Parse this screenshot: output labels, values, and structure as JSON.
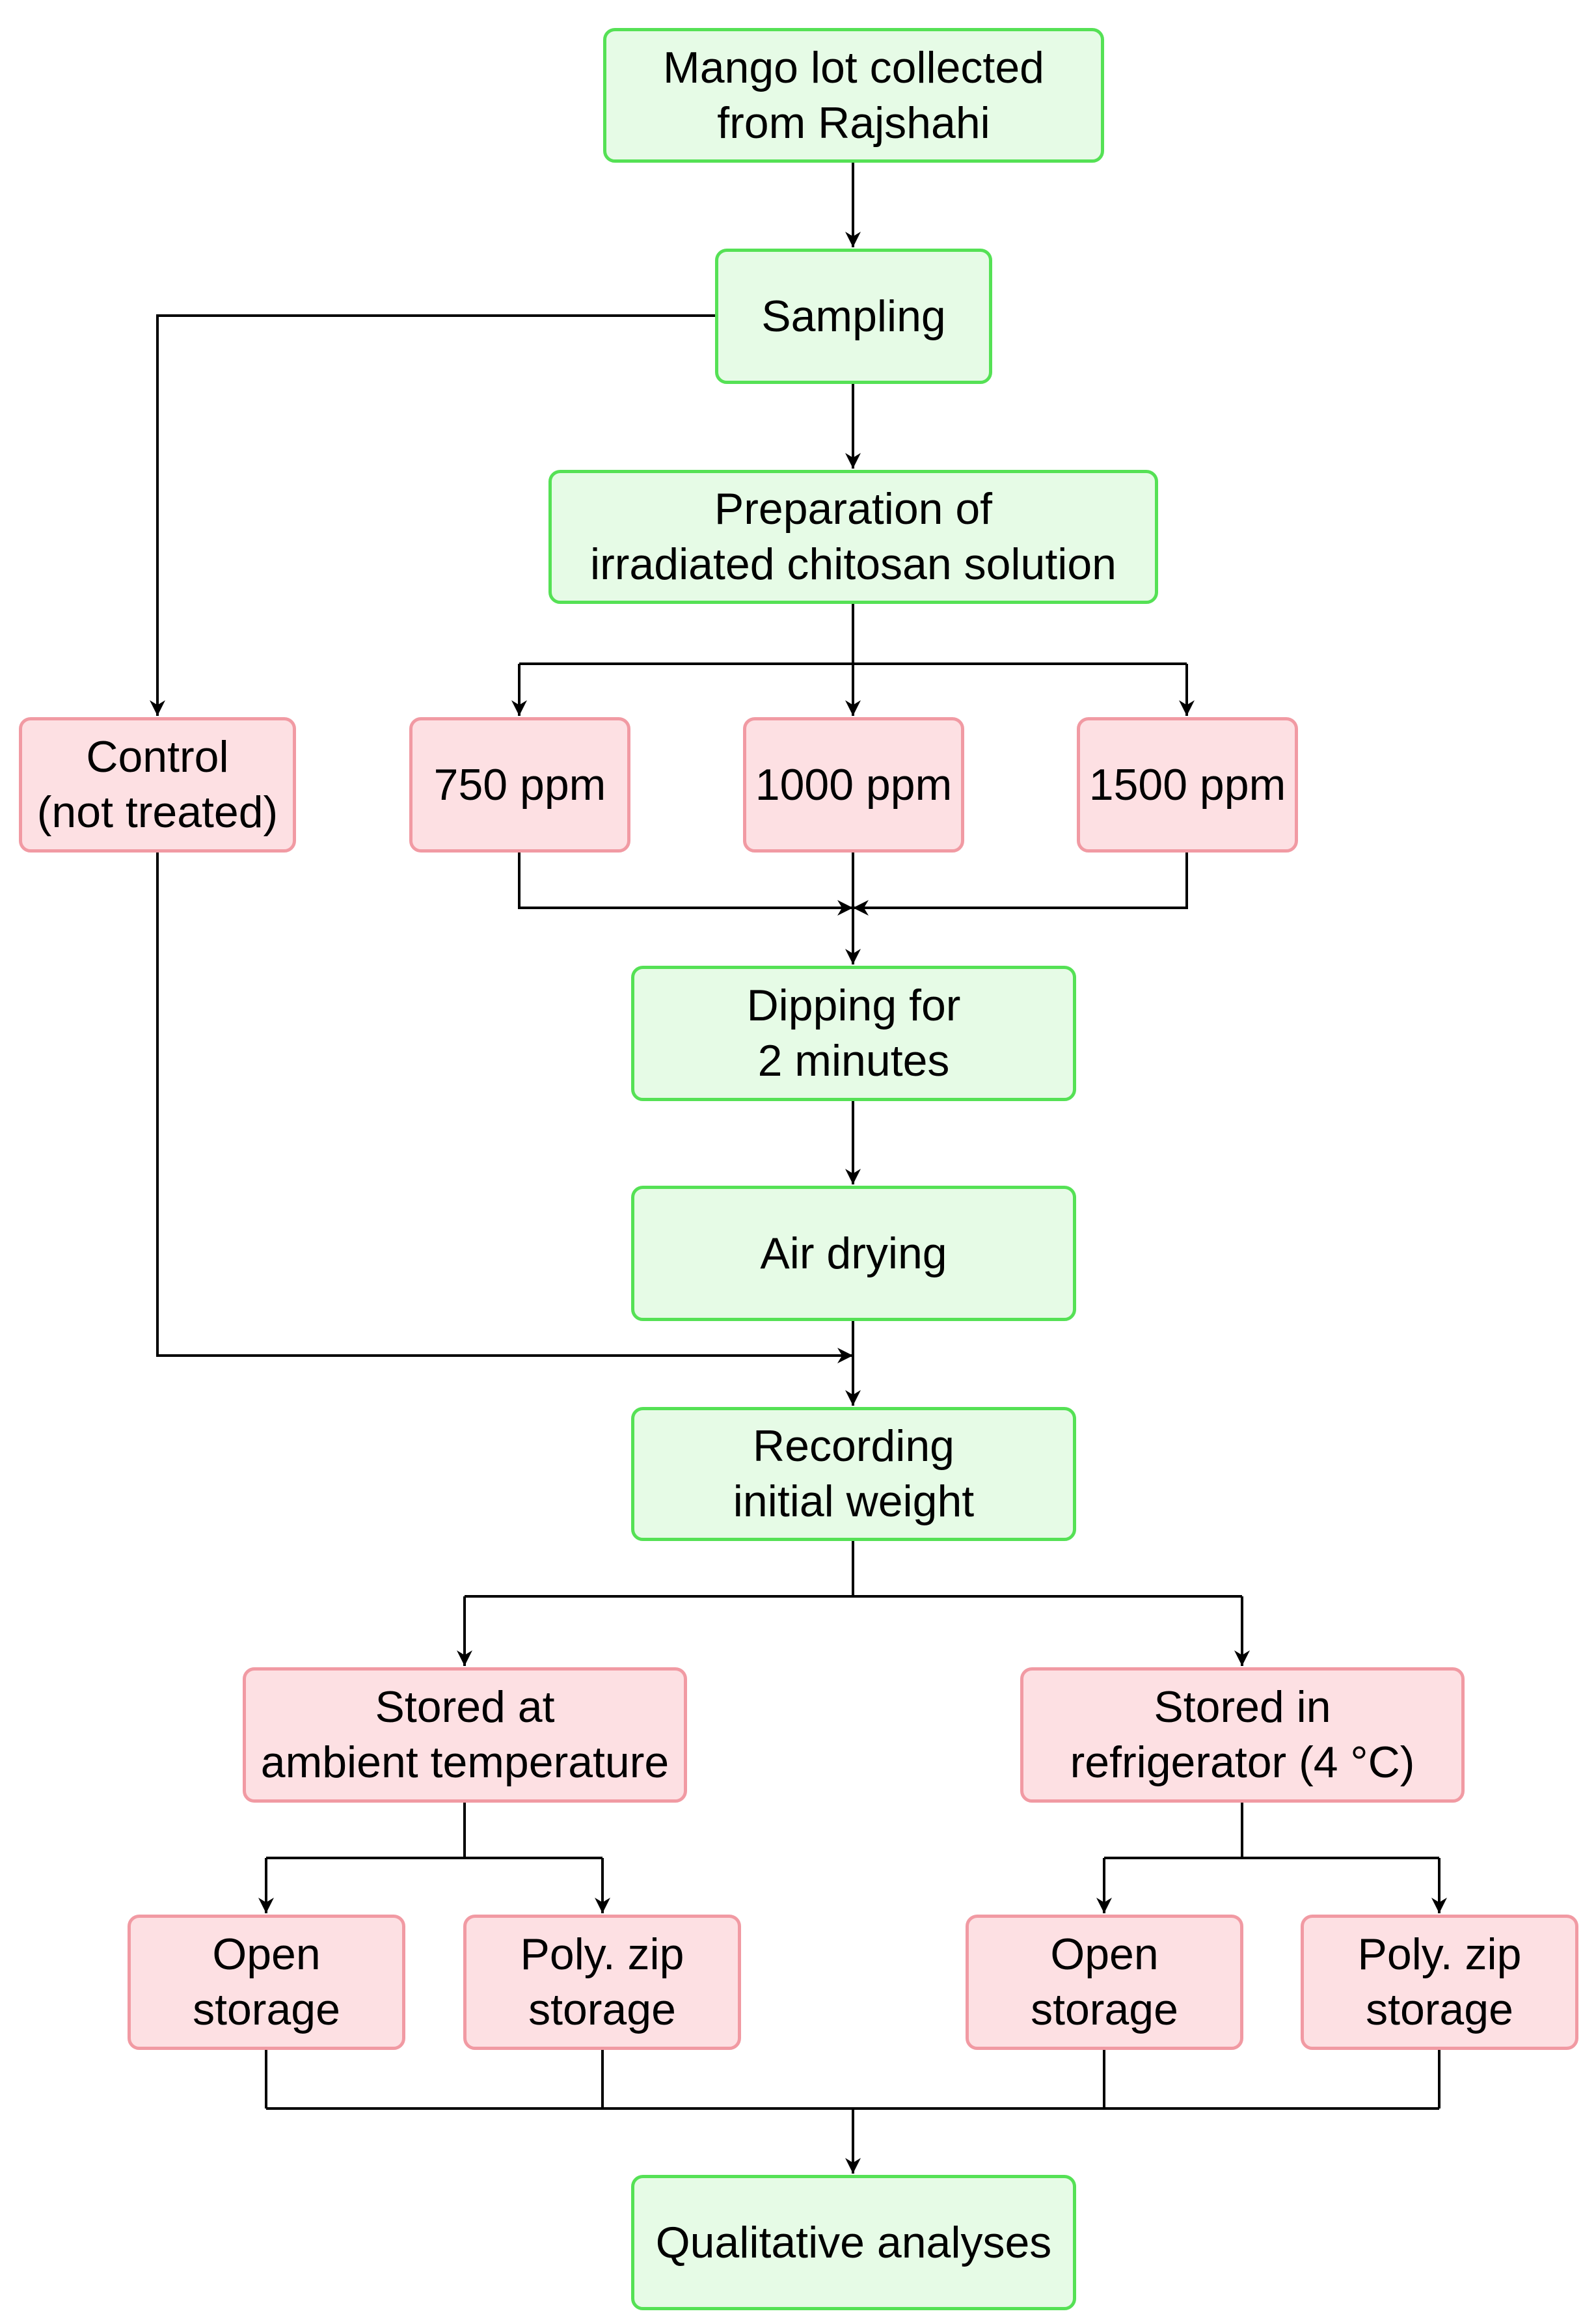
{
  "colors": {
    "process_fill": "#e6fbe6",
    "process_border": "#55e155",
    "treatment_fill": "#fde0e3",
    "treatment_border": "#f19aa3",
    "line": "#000000"
  },
  "nodes": {
    "mango_lot": "Mango lot collected\nfrom Rajshahi",
    "sampling": "Sampling",
    "preparation": "Preparation of\nirradiated chitosan solution",
    "control": "Control\n(not treated)",
    "ppm_750": "750 ppm",
    "ppm_1000": "1000 ppm",
    "ppm_1500": "1500 ppm",
    "dipping": "Dipping for\n2 minutes",
    "air_drying": "Air drying",
    "recording": "Recording\ninitial weight",
    "ambient": "Stored at\nambient temperature",
    "refrigerator": "Stored in\nrefrigerator (4 °C)",
    "ambient_open": "Open\nstorage",
    "ambient_zip": "Poly.  zip\nstorage",
    "fridge_open": "Open\nstorage",
    "fridge_zip": "Poly.  zip\nstorage",
    "analyses": "Qualitative analyses"
  }
}
